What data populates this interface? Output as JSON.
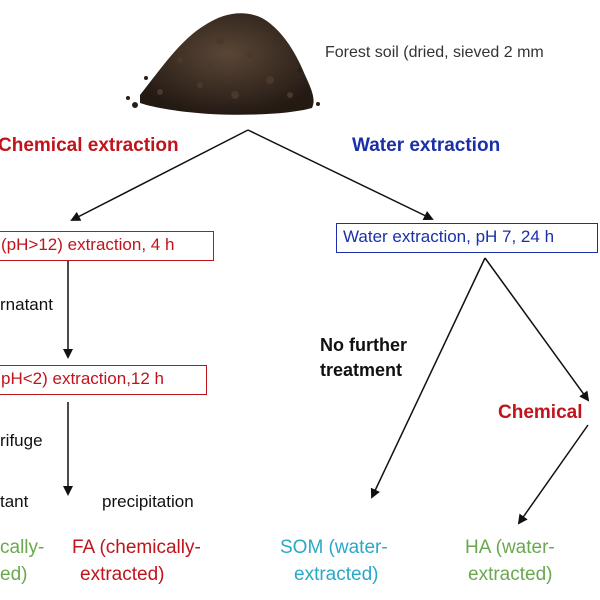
{
  "soil_label": "Forest soil (dried,  sieved 2 mm",
  "chemical_extraction_heading": "Chemical extraction",
  "water_extraction_heading": "Water extraction",
  "box_alkaline": "(pH>12) extraction, 4 h",
  "box_water": "Water extraction, pH 7, 24 h",
  "supernatant_label": "rnatant",
  "box_acid": "pH<2) extraction,12 h",
  "centrifuge_label": "rifuge",
  "no_further_treatment": [
    "No further",
    "treatment"
  ],
  "chemical_right": "Chemical",
  "supernatant2_label": "tant",
  "precipitation_label": "precipitation",
  "ha_chem": [
    "cally-",
    "ed)"
  ],
  "fa_chem": [
    "FA (chemically-",
    "extracted)"
  ],
  "som_water": [
    "SOM (water-",
    "extracted)"
  ],
  "ha_water": [
    "HA (water-",
    "extracted)"
  ],
  "colors": {
    "red": "#c0141c",
    "blue": "#1b2fa8",
    "cyan": "#2aa8c8",
    "green": "#6aa84f"
  }
}
